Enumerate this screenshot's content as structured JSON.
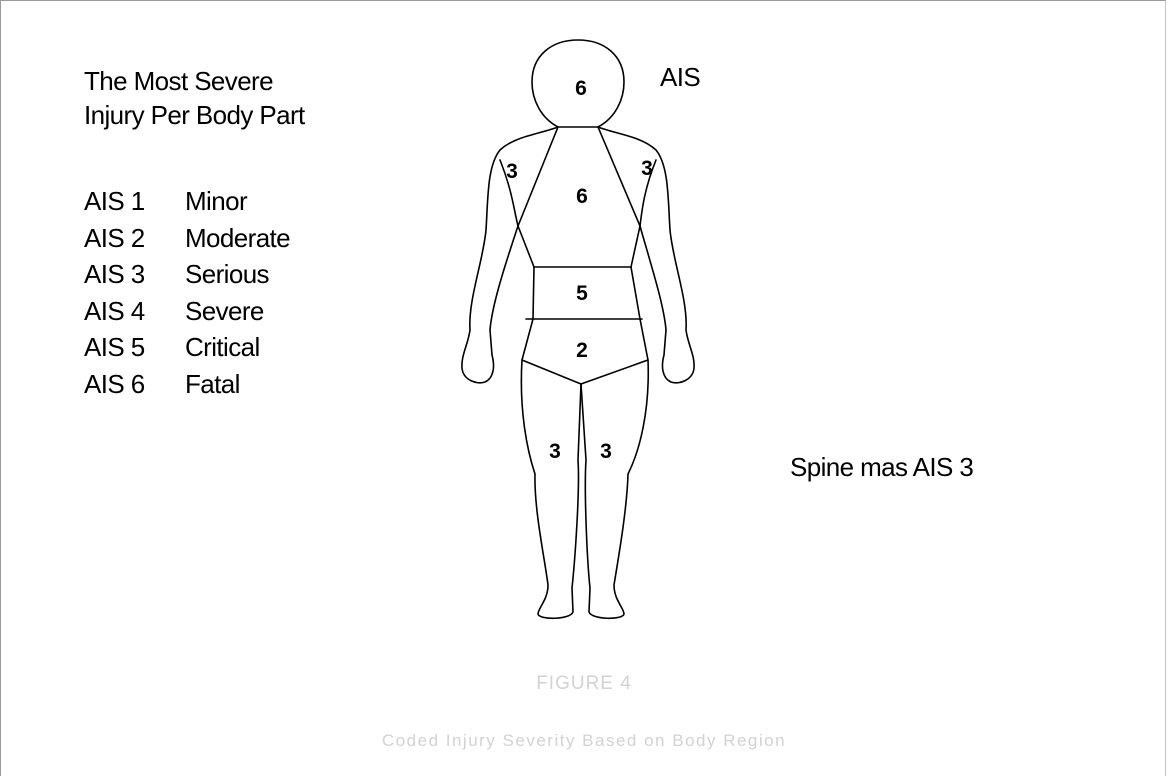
{
  "title": {
    "line1": "The Most Severe",
    "line2": "Injury Per Body Part"
  },
  "legend": [
    {
      "level": "AIS 1",
      "label": "Minor"
    },
    {
      "level": "AIS 2",
      "label": "Moderate"
    },
    {
      "level": "AIS 3",
      "label": "Serious"
    },
    {
      "level": "AIS 4",
      "label": "Severe"
    },
    {
      "level": "AIS 5",
      "label": "Critical"
    },
    {
      "level": "AIS 6",
      "label": "Fatal"
    }
  ],
  "ais_heading": "AIS",
  "body_scores": {
    "head": "6",
    "thorax": "6",
    "right_arm": "3",
    "left_arm": "3",
    "abdomen": "5",
    "pelvis": "2",
    "right_leg": "3",
    "left_leg": "3"
  },
  "spine_note": "Spine mas AIS 3",
  "caption": {
    "label": "FIGURE 4",
    "text": "Coded Injury Severity Based on Body Region"
  },
  "colors": {
    "ink": "#000000",
    "caption_faded": "#d2d2d2",
    "frame": "#9a9a9a"
  }
}
